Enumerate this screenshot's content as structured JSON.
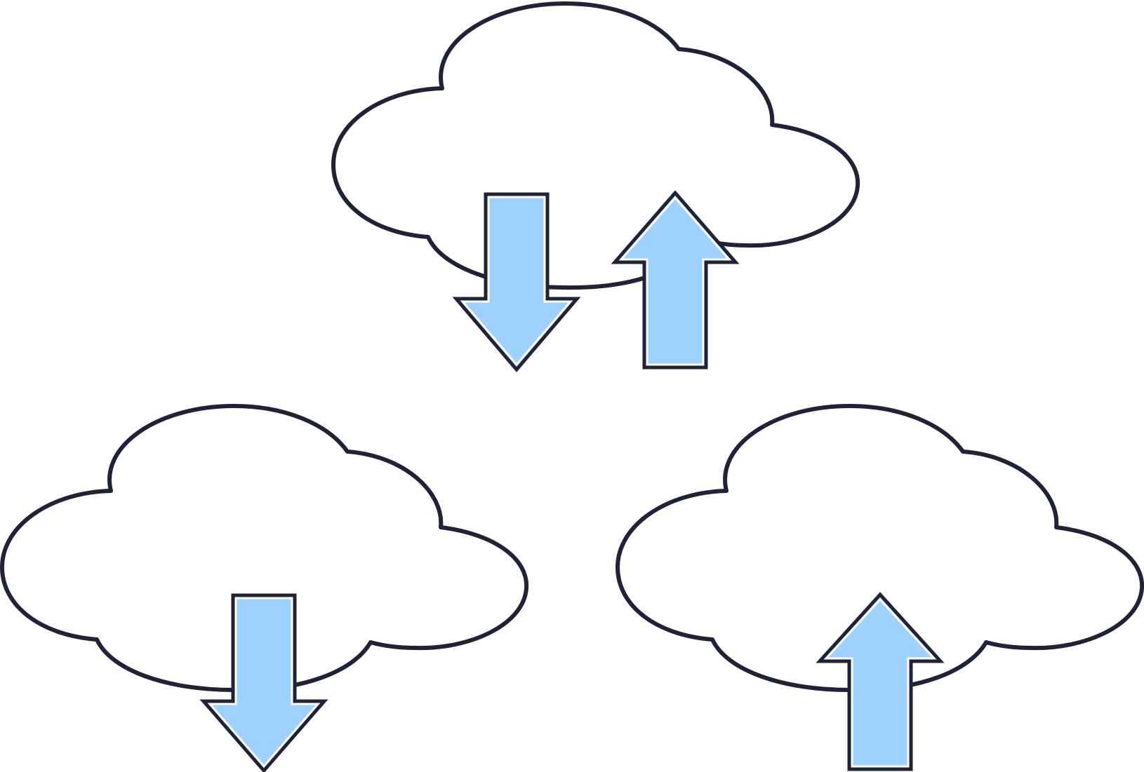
{
  "scene": {
    "background": "#ffffff",
    "outline_color": "#1f2335",
    "arrow_fill": "#9fd1ff"
  },
  "groups": [
    {
      "name": "cloud-top",
      "icon": "cloud-upload-download-icon",
      "arrows": [
        "down",
        "up"
      ]
    },
    {
      "name": "cloud-bottom-left",
      "icon": "cloud-download-icon",
      "arrows": [
        "down"
      ]
    },
    {
      "name": "cloud-bottom-right",
      "icon": "cloud-upload-icon",
      "arrows": [
        "up"
      ]
    }
  ]
}
